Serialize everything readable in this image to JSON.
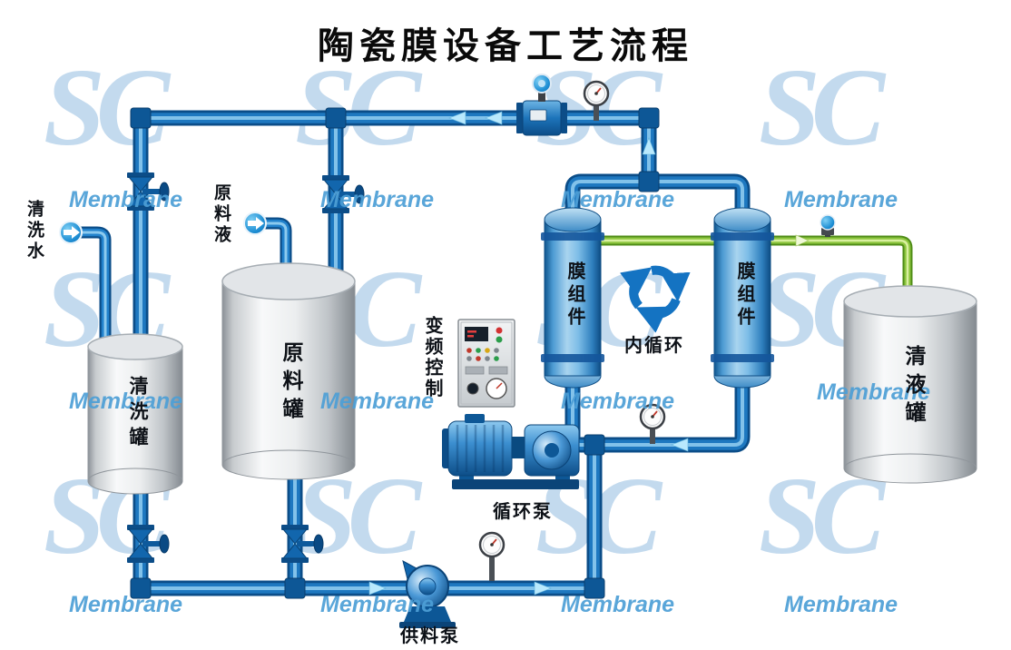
{
  "title": "陶瓷膜设备工艺流程",
  "watermark": {
    "logo": "SC",
    "brand": "Membrane"
  },
  "labels": {
    "cleaning_water": "清洗水",
    "feed_liquid": "原料液",
    "cleaning_tank": "清洗罐",
    "feed_tank": "原料罐",
    "membrane_module": "膜组件",
    "inner_circulation": "内循环",
    "vfd_control": "变频控制",
    "clear_tank": "清液罐",
    "circulation_pump": "循环泵",
    "feed_pump": "供料泵"
  },
  "colors": {
    "pipe_blue": "#1e78c0",
    "pipe_green": "#8dc63f",
    "watermark_light_blue": "#c3daee",
    "brand_blue": "#4d9fd6",
    "tank_gray": "#d7dadd"
  }
}
